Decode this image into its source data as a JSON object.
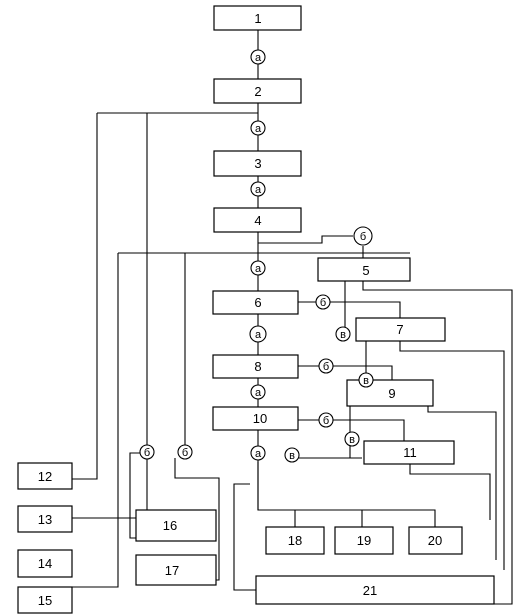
{
  "blocks": [
    {
      "id": "1",
      "label": "1"
    },
    {
      "id": "2",
      "label": "2"
    },
    {
      "id": "3",
      "label": "3"
    },
    {
      "id": "4",
      "label": "4"
    },
    {
      "id": "5",
      "label": "5"
    },
    {
      "id": "6",
      "label": "6"
    },
    {
      "id": "7",
      "label": "7"
    },
    {
      "id": "8",
      "label": "8"
    },
    {
      "id": "9",
      "label": "9"
    },
    {
      "id": "10",
      "label": "10"
    },
    {
      "id": "11",
      "label": "11"
    },
    {
      "id": "12",
      "label": "12"
    },
    {
      "id": "13",
      "label": "13"
    },
    {
      "id": "14",
      "label": "14"
    },
    {
      "id": "15",
      "label": "15"
    },
    {
      "id": "16",
      "label": "16"
    },
    {
      "id": "17",
      "label": "17"
    },
    {
      "id": "18",
      "label": "18"
    },
    {
      "id": "19",
      "label": "19"
    },
    {
      "id": "20",
      "label": "20"
    },
    {
      "id": "21",
      "label": "21"
    }
  ],
  "nodes": [
    {
      "id": "a1",
      "label": "а"
    },
    {
      "id": "a2",
      "label": "а"
    },
    {
      "id": "a3",
      "label": "а"
    },
    {
      "id": "a4",
      "label": "а"
    },
    {
      "id": "a5",
      "label": "а"
    },
    {
      "id": "a6",
      "label": "а"
    },
    {
      "id": "a7",
      "label": "а"
    },
    {
      "id": "b1",
      "label": "б"
    },
    {
      "id": "b2",
      "label": "б"
    },
    {
      "id": "b3",
      "label": "б"
    },
    {
      "id": "b4",
      "label": "б"
    },
    {
      "id": "b5",
      "label": "б"
    },
    {
      "id": "b6",
      "label": "б"
    },
    {
      "id": "v1",
      "label": "в"
    },
    {
      "id": "v2",
      "label": "в"
    },
    {
      "id": "v3",
      "label": "в"
    },
    {
      "id": "v4",
      "label": "в"
    }
  ]
}
